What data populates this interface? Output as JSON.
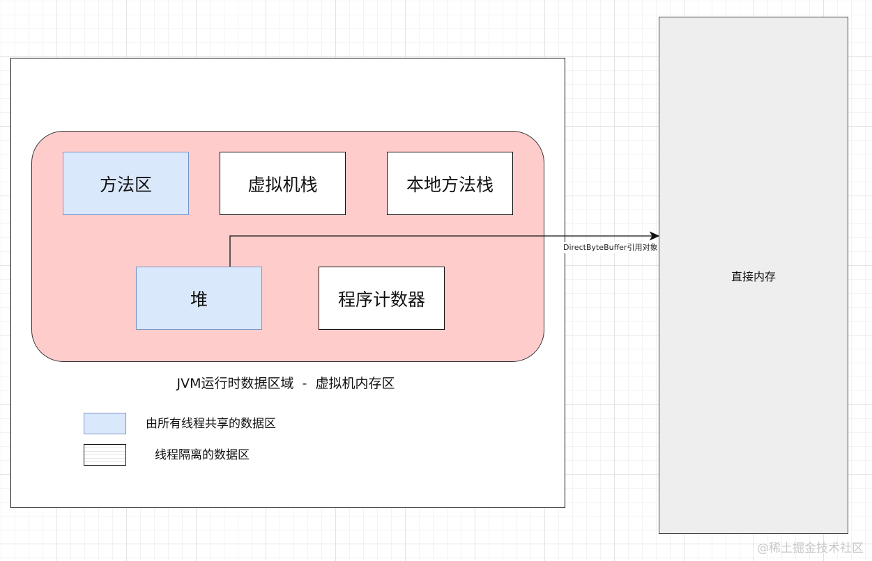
{
  "diagram": {
    "jvm_region": {
      "title": "JVM运行时数据区域  -  虚拟机内存区",
      "areas": {
        "method_area": "方法区",
        "vm_stack": "虚拟机栈",
        "native_stack": "本地方法栈",
        "heap": "堆",
        "program_counter": "程序计数器"
      }
    },
    "legend": {
      "shared_label": "由所有线程共享的数据区",
      "isolated_label": "线程隔离的数据区"
    },
    "direct_memory": {
      "label": "直接内存"
    },
    "connector": {
      "label": "DirectByteBuffer引用对象"
    },
    "colors": {
      "shared_fill": "#dae8fc",
      "isolated_fill": "#ffffff",
      "runtime_region_fill": "#ffcccc",
      "direct_memory_fill": "#eeeeee"
    }
  },
  "watermark": "@稀土掘金技术社区"
}
